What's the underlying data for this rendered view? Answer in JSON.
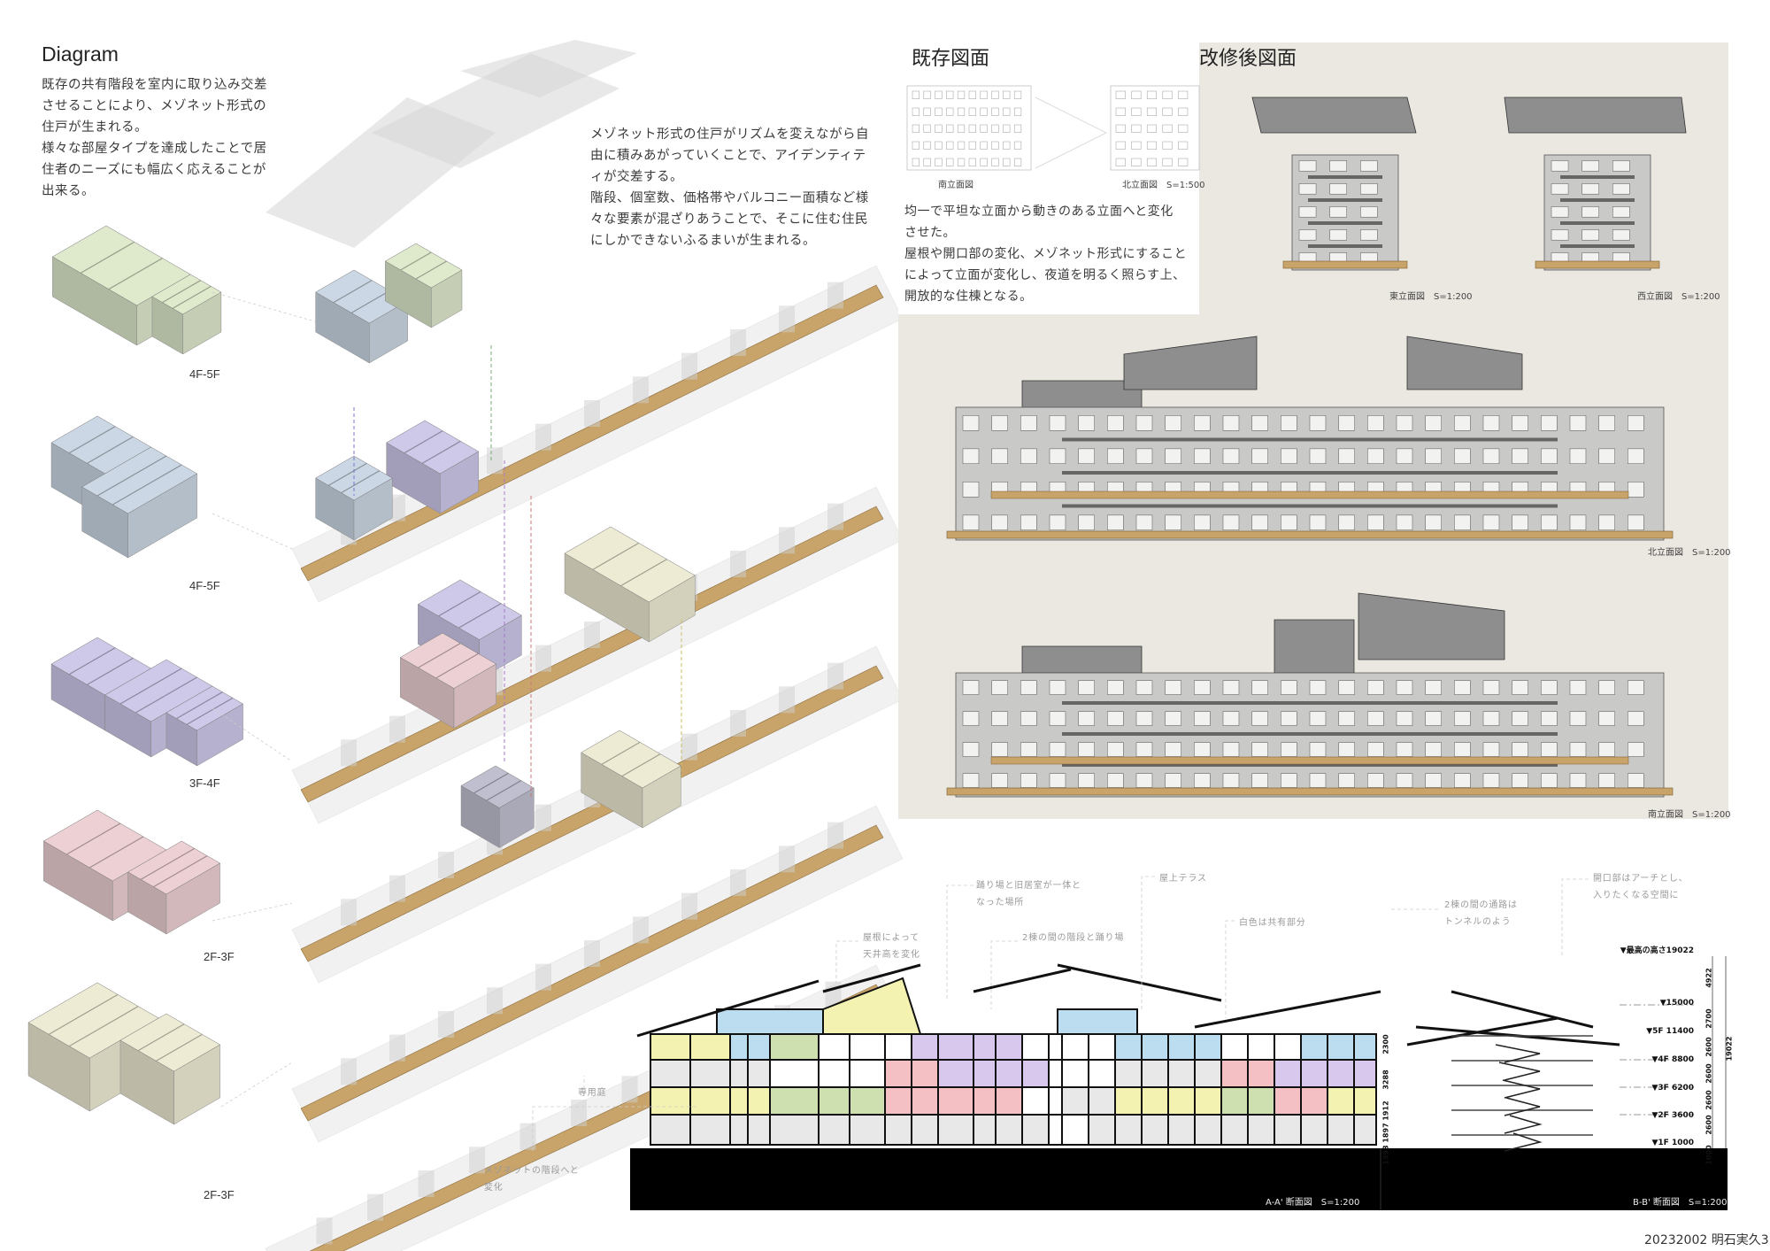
{
  "diagram": {
    "title": "Diagram",
    "intro_lines": [
      "既存の共有階段を室内に取り込み交差",
      "させることにより、メゾネット形式の",
      "住戸が生まれる。",
      "様々な部屋タイプを達成したことで居",
      "住者のニーズにも幅広く応えることが",
      "出来る。"
    ],
    "concept_lines": [
      "メゾネット形式の住戸がリズムを変えながら自",
      "由に積みあがっていくことで、アイデンティテ",
      "ィが交差する。",
      "階段、個室数、価格帯やバルコニー面積など様",
      "々な要素が混ざりあうことで、そこに住む住民",
      "にしかできないふるまいが生まれる。"
    ],
    "floor_labels": [
      "4F-5F",
      "4F-5F",
      "3F-4F",
      "2F-3F",
      "2F-3F"
    ]
  },
  "existing": {
    "title": "既存図面",
    "south_label": "南立面図",
    "north_label": "北立面図　S=1:500",
    "text_lines": [
      "均一で平坦な立面から動きのある立面へと変化",
      "させた。",
      "屋根や開口部の変化、メゾネット形式にすること",
      "によって立面が変化し、夜道を明るく照らす上、",
      "開放的な住棟となる。"
    ]
  },
  "renovated": {
    "title": "改修後図面",
    "east_label": "東立面図　S=1:200",
    "west_label": "西立面図　S=1:200",
    "north_label": "北立面図　S=1:200",
    "south_label": "南立面図　S=1:200"
  },
  "section": {
    "aa_label": "A-A' 断面図　S=1:200",
    "bb_label": "B-B' 断面図　S=1:200",
    "notes": {
      "roof": [
        "屋根によって",
        "天井高を変化"
      ],
      "landing": [
        "踊り場と旧居室が一体と",
        "なった場所"
      ],
      "stairs": [
        "2棟の間の階段と踊り場"
      ],
      "terrace": [
        "屋上テラス"
      ],
      "shared": [
        "白色は共有部分"
      ],
      "garden": [
        "専用庭"
      ],
      "maisonette": [
        "メゾネットの階段へと",
        "変化"
      ],
      "tunnel": [
        "2棟の間の通路は",
        "トンネルのよう"
      ],
      "arch": [
        "開口部はアーチとし、",
        "入りたくなる空間に"
      ]
    },
    "levels": {
      "max": "▼最高の高さ19022",
      "roof": "▼15000",
      "f5": "▼5F  11400",
      "f4": "▼4F  8800",
      "f3": "▼3F  6200",
      "f2": "▼2F  3600",
      "f1": "▼1F  1000"
    },
    "dims": [
      "4922",
      "2700",
      "2600",
      "2600",
      "2600",
      "2600",
      "1000",
      "19022"
    ],
    "left_dims": [
      "2300",
      "3288",
      "1912",
      "1897",
      "1993"
    ]
  },
  "footer": "20232002 明石実久3",
  "colors": {
    "wood": "#c9a46a",
    "green": "#d6e0c4",
    "blue": "#c3cfdb",
    "purple": "#c6c0e0",
    "pink": "#e4c8cb",
    "beige": "#e5e2cc",
    "panel": "#ebe8e2"
  }
}
